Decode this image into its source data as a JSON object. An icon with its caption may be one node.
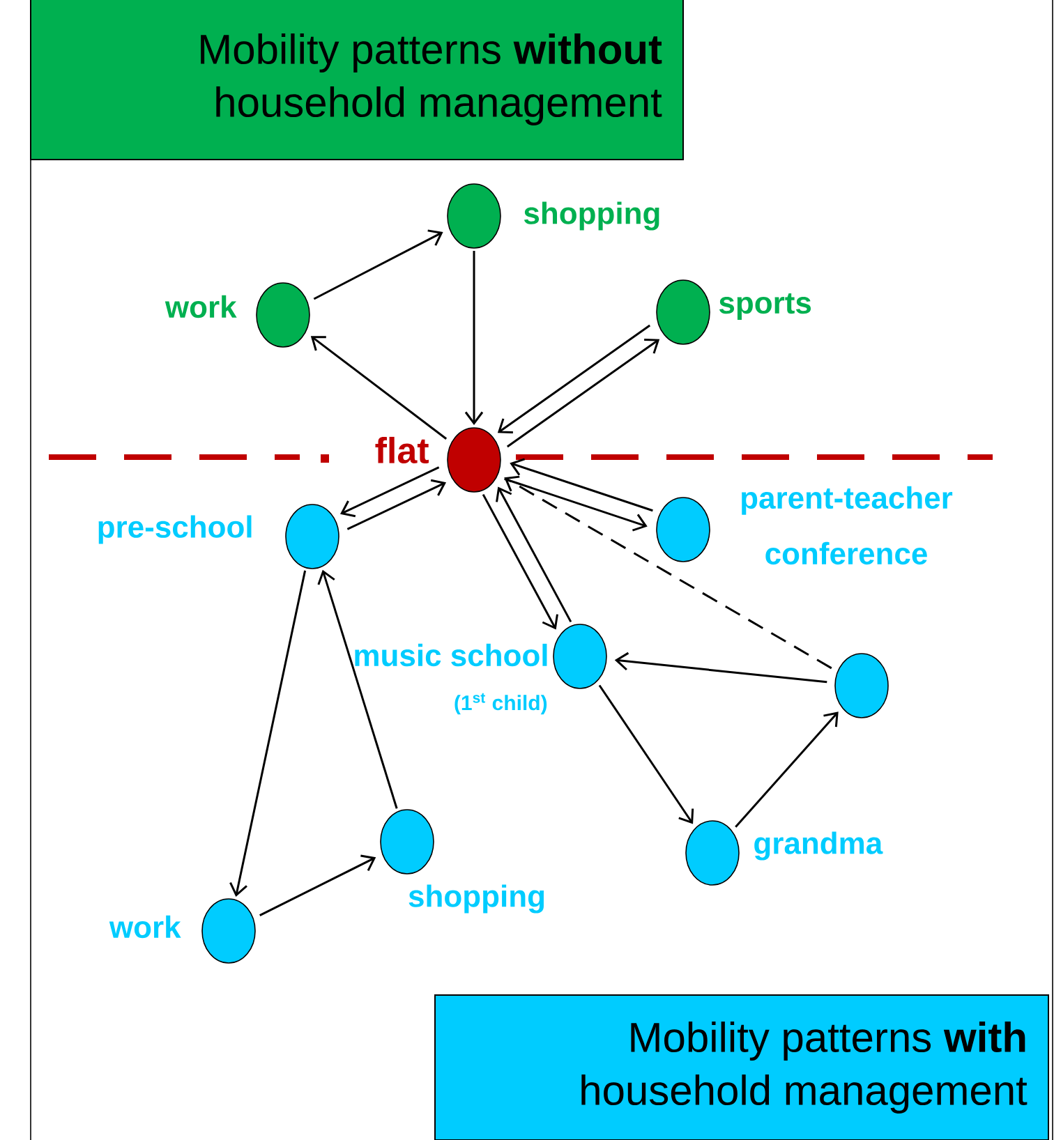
{
  "diagram": {
    "nodes": [
      {
        "text": [
          "Mobility patterns **without** household management"
        ]
      },
      {
        "text": [],
        "shape": "circle",
        "beside": [
          "work"
        ]
      },
      {
        "text": [],
        "shape": "circle",
        "beside": [
          "shopping"
        ]
      },
      {
        "text": [],
        "shape": "circle",
        "beside": [
          "sports"
        ]
      },
      {
        "text": [],
        "shape": "circle",
        "beside": [
          "flat"
        ]
      },
      {
        "text": [],
        "shape": "circle",
        "beside": [
          "pre-school"
        ]
      },
      {
        "text": [],
        "shape": "circle",
        "beside": [
          "parent-teacher conference"
        ]
      },
      {
        "text": [],
        "shape": "circle",
        "beside": [
          "music school",
          "(1$^{st}$ child)"
        ]
      },
      {
        "text": [],
        "shape": "circle"
      },
      {
        "text": [],
        "shape": "circle",
        "beside": [
          "grandma"
        ]
      },
      {
        "text": [],
        "shape": "circle",
        "beside": [
          "work"
        ]
      },
      {
        "text": [],
        "shape": "circle",
        "beside": [
          "shopping"
        ]
      },
      {
        "text": [
          "Mobility patterns **with** household management"
        ]
      }
    ],
    "edges": [
      {
        "from": 1,
        "to": 2,
        "arrow": "to"
      },
      {
        "from": 2,
        "to": 4,
        "arrow": "to"
      },
      {
        "from": 4,
        "to": 1,
        "arrow": "to"
      },
      {
        "from": 4,
        "to": 3,
        "arrow": "to"
      },
      {
        "from": 3,
        "to": 4,
        "arrow": "to"
      },
      {
        "from": 4,
        "to": 5,
        "arrow": "to"
      },
      {
        "from": 5,
        "to": 4,
        "arrow": "to"
      },
      {
        "from": 4,
        "to": 6,
        "arrow": "to"
      },
      {
        "from": 6,
        "to": 4,
        "arrow": "to"
      },
      {
        "from": 4,
        "to": 7,
        "arrow": "to"
      },
      {
        "from": 7,
        "to": 4,
        "arrow": "to"
      },
      {
        "from": 8,
        "to": 4,
        "arrow": "to",
        "style": "dashed"
      },
      {
        "from": 8,
        "to": 7,
        "arrow": "to"
      },
      {
        "from": 7,
        "to": 9,
        "arrow": "to"
      },
      {
        "from": 9,
        "to": 8,
        "arrow": "to"
      },
      {
        "from": 5,
        "to": 10,
        "arrow": "to"
      },
      {
        "from": 10,
        "to": 11,
        "arrow": "to"
      },
      {
        "from": 11,
        "to": 5,
        "arrow": "to"
      }
    ]
  }
}
